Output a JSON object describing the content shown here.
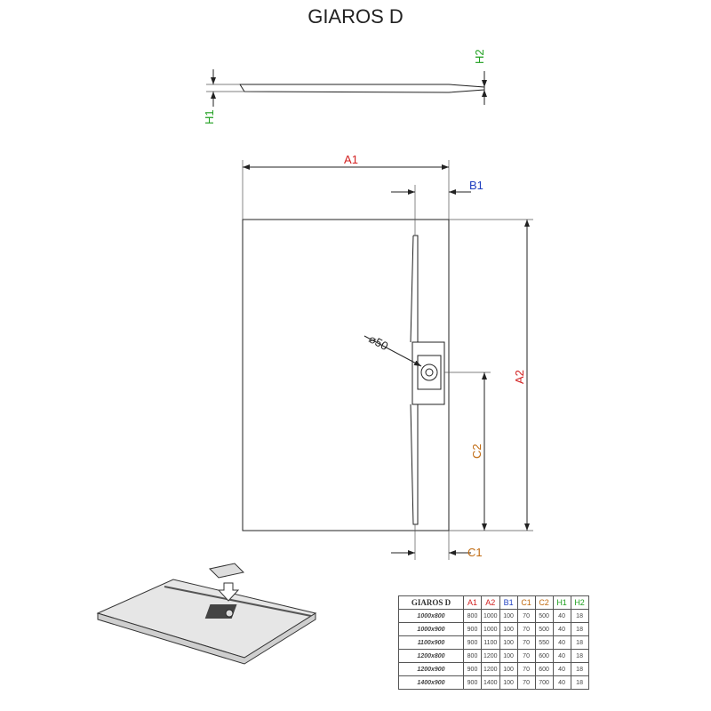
{
  "title": "GIAROS D",
  "labels": {
    "A1": "A1",
    "A2": "A2",
    "B1": "B1",
    "C1": "C1",
    "C2": "C2",
    "H1": "H1",
    "H2": "H2",
    "drain": "⌀50"
  },
  "colors": {
    "A": "#d22020",
    "B": "#2040c0",
    "C": "#c06a10",
    "H": "#20a020"
  },
  "table": {
    "header": [
      "GIAROS D",
      "A1",
      "A2",
      "B1",
      "C1",
      "C2",
      "H1",
      "H2"
    ],
    "rows": [
      [
        "1000x800",
        "800",
        "1000",
        "100",
        "70",
        "500",
        "40",
        "18"
      ],
      [
        "1000x900",
        "900",
        "1000",
        "100",
        "70",
        "500",
        "40",
        "18"
      ],
      [
        "1100x900",
        "900",
        "1100",
        "100",
        "70",
        "550",
        "40",
        "18"
      ],
      [
        "1200x800",
        "800",
        "1200",
        "100",
        "70",
        "600",
        "40",
        "18"
      ],
      [
        "1200x900",
        "900",
        "1200",
        "100",
        "70",
        "600",
        "40",
        "18"
      ],
      [
        "1400x900",
        "900",
        "1400",
        "100",
        "70",
        "700",
        "40",
        "18"
      ]
    ]
  }
}
